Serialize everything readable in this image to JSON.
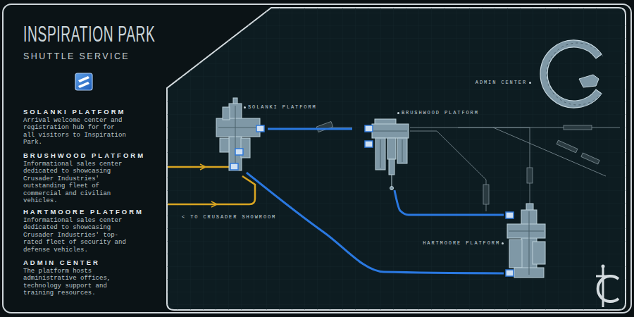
{
  "diagram": {
    "title": "INSPIRATION PARK",
    "nodes": [
      {
        "text": [
          "SOLANKI PLATFORM"
        ]
      },
      {
        "text": [
          "BRUSHWOOD PLATFORM"
        ]
      },
      {
        "text": [
          "HARTMOORE PLATFORM"
        ]
      },
      {
        "text": [
          "ADMIN CENTER"
        ]
      }
    ],
    "edges": [
      {
        "from": 0,
        "to": 1,
        "arrow": "none"
      },
      {
        "from": 1,
        "to": 2,
        "arrow": "none"
      },
      {
        "from": 0,
        "to": 2,
        "arrow": "none"
      }
    ],
    "labels": [
      "SHUTTLE SERVICE",
      "SOLANKI PLATFORM",
      "Arrival welcome center and registration hub for for all visitors to Inspiration Park.",
      "BRUSHWOOD PLATFORM",
      "Informational sales center dedicated to showcasing Crusader Industries' outstanding fleet of commercial and civilian vehicles.",
      "HARTMOORE PLATFORM",
      "Informational sales center dedicated to showcasing Crusader Industries' top-rated fleet of security and defense vehicles.",
      "ADMIN CENTER",
      "The platform hosts administrative offices, technology support and training resources.",
      "< TO CRUSADER SHOWROOM"
    ]
  }
}
